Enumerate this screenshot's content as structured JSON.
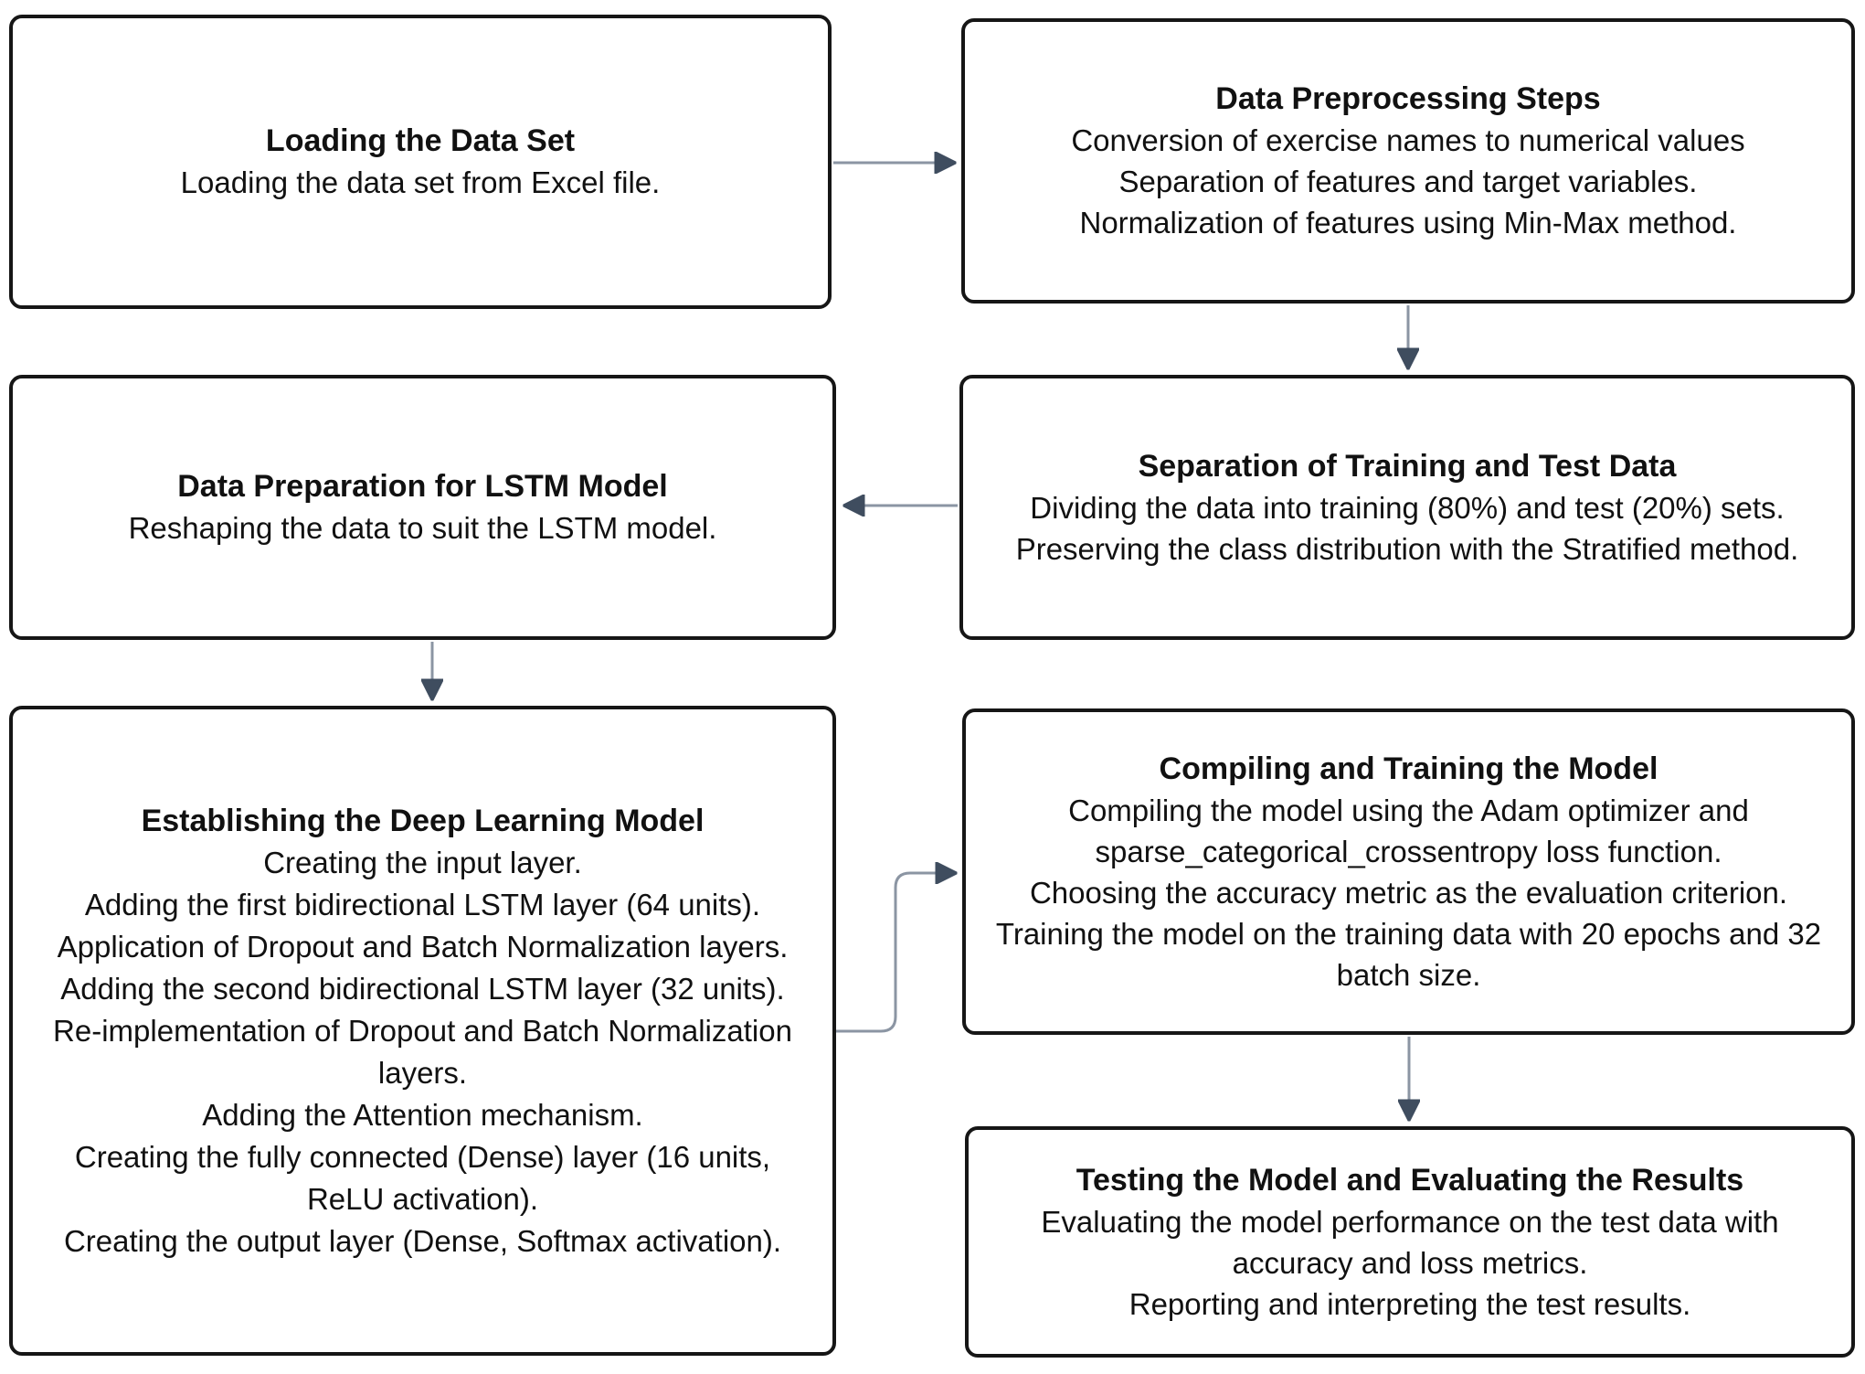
{
  "colors": {
    "background": "#ffffff",
    "box_fill": "#ffffff",
    "box_border": "#161616",
    "text": "#111111",
    "arrow_line": "#8b95a3",
    "arrow_head": "#3f4d5f"
  },
  "flow": {
    "boxes": [
      {
        "id": "loading-data-set",
        "title": "Loading the Data Set",
        "lines": [
          "Loading the data set from Excel file."
        ]
      },
      {
        "id": "data-preprocessing",
        "title": "Data Preprocessing Steps",
        "lines": [
          "Conversion of exercise names to numerical values",
          "Separation of features and target variables.",
          "Normalization of features using Min-Max method."
        ]
      },
      {
        "id": "train-test-separation",
        "title": "Separation of Training and Test Data",
        "lines": [
          "Dividing the data into training (80%) and test (20%) sets.",
          "Preserving the class distribution with the Stratified method."
        ]
      },
      {
        "id": "lstm-data-preparation",
        "title": "Data Preparation for LSTM Model",
        "lines": [
          "Reshaping the data to suit the LSTM model."
        ]
      },
      {
        "id": "deep-learning-model",
        "title": "Establishing the Deep Learning Model",
        "lines": [
          "Creating the input layer.",
          "Adding the first bidirectional LSTM layer (64 units).",
          "Application of Dropout and Batch Normalization layers.",
          "Adding the second bidirectional LSTM layer (32 units).",
          "Re-implementation of Dropout and Batch Normalization layers.",
          "Adding the Attention mechanism.",
          "Creating the fully connected (Dense) layer (16 units, ReLU activation).",
          "Creating the output layer (Dense, Softmax activation)."
        ]
      },
      {
        "id": "compile-and-train",
        "title": "Compiling and Training the Model",
        "lines": [
          "Compiling the model using the Adam optimizer and sparse_categorical_crossentropy loss function.",
          "Choosing the accuracy metric as the evaluation criterion.",
          "Training the model on the training data with 20 epochs and 32 batch size."
        ]
      },
      {
        "id": "test-and-evaluate",
        "title": "Testing the Model and Evaluating the Results",
        "lines": [
          "Evaluating the model performance on the test data with accuracy and loss metrics.",
          "Reporting and interpreting the test results."
        ]
      }
    ],
    "connections": [
      {
        "from": "loading-data-set",
        "to": "data-preprocessing"
      },
      {
        "from": "data-preprocessing",
        "to": "train-test-separation"
      },
      {
        "from": "train-test-separation",
        "to": "lstm-data-preparation"
      },
      {
        "from": "lstm-data-preparation",
        "to": "deep-learning-model"
      },
      {
        "from": "deep-learning-model",
        "to": "compile-and-train"
      },
      {
        "from": "compile-and-train",
        "to": "test-and-evaluate"
      }
    ]
  }
}
